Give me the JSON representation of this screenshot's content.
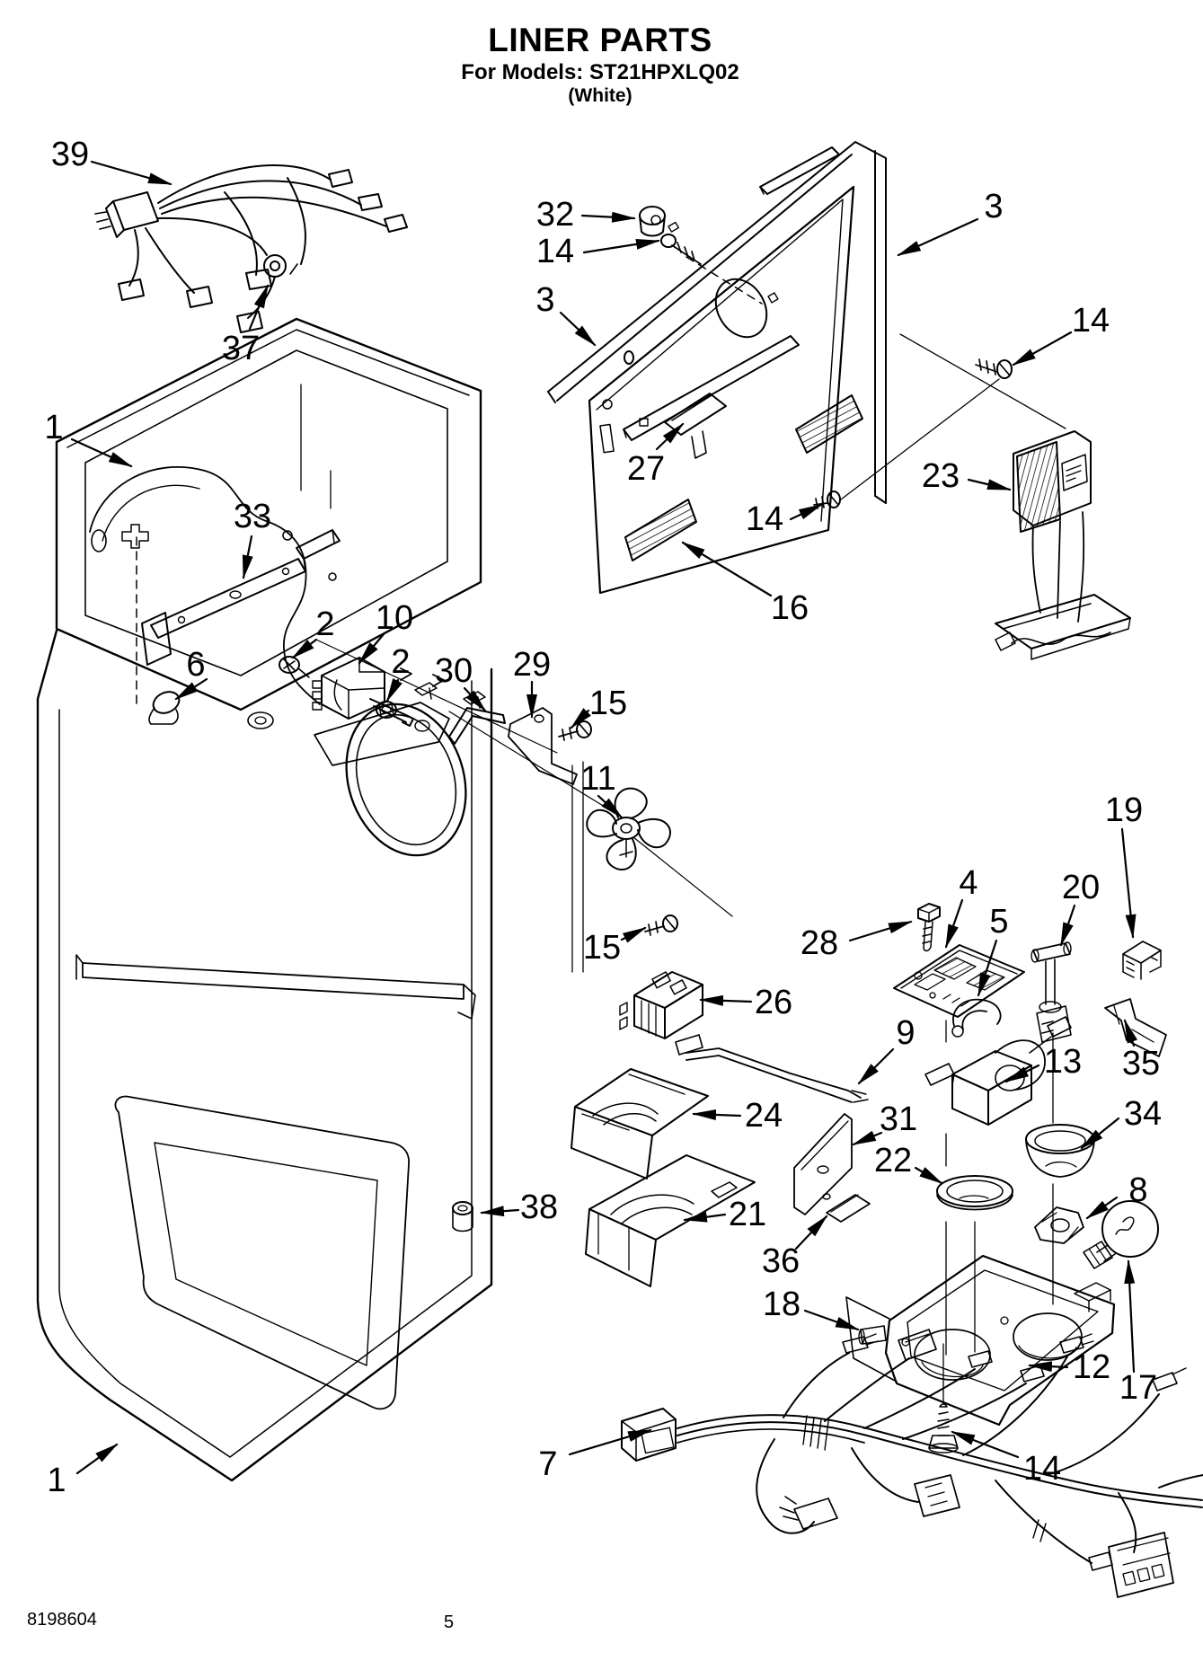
{
  "document": {
    "title": "LINER PARTS",
    "models_line": "For Models: ST21HPXLQ02",
    "finish_line": "(White)",
    "doc_number": "8198604",
    "page_number": "5"
  },
  "colors": {
    "ink": "#000000",
    "background": "#ffffff"
  },
  "callouts": [
    {
      "label": "39"
    },
    {
      "label": "37"
    },
    {
      "label": "32"
    },
    {
      "label": "14"
    },
    {
      "label": "3"
    },
    {
      "label": "3"
    },
    {
      "label": "14"
    },
    {
      "label": "23"
    },
    {
      "label": "27"
    },
    {
      "label": "14"
    },
    {
      "label": "16"
    },
    {
      "label": "1"
    },
    {
      "label": "33"
    },
    {
      "label": "6"
    },
    {
      "label": "2"
    },
    {
      "label": "10"
    },
    {
      "label": "2"
    },
    {
      "label": "30"
    },
    {
      "label": "29"
    },
    {
      "label": "15"
    },
    {
      "label": "11"
    },
    {
      "label": "15"
    },
    {
      "label": "28"
    },
    {
      "label": "4"
    },
    {
      "label": "5"
    },
    {
      "label": "20"
    },
    {
      "label": "19"
    },
    {
      "label": "26"
    },
    {
      "label": "9"
    },
    {
      "label": "13"
    },
    {
      "label": "35"
    },
    {
      "label": "24"
    },
    {
      "label": "31"
    },
    {
      "label": "34"
    },
    {
      "label": "22"
    },
    {
      "label": "8"
    },
    {
      "label": "21"
    },
    {
      "label": "36"
    },
    {
      "label": "18"
    },
    {
      "label": "38"
    },
    {
      "label": "12"
    },
    {
      "label": "17"
    },
    {
      "label": "14"
    },
    {
      "label": "7"
    },
    {
      "label": "1"
    }
  ]
}
